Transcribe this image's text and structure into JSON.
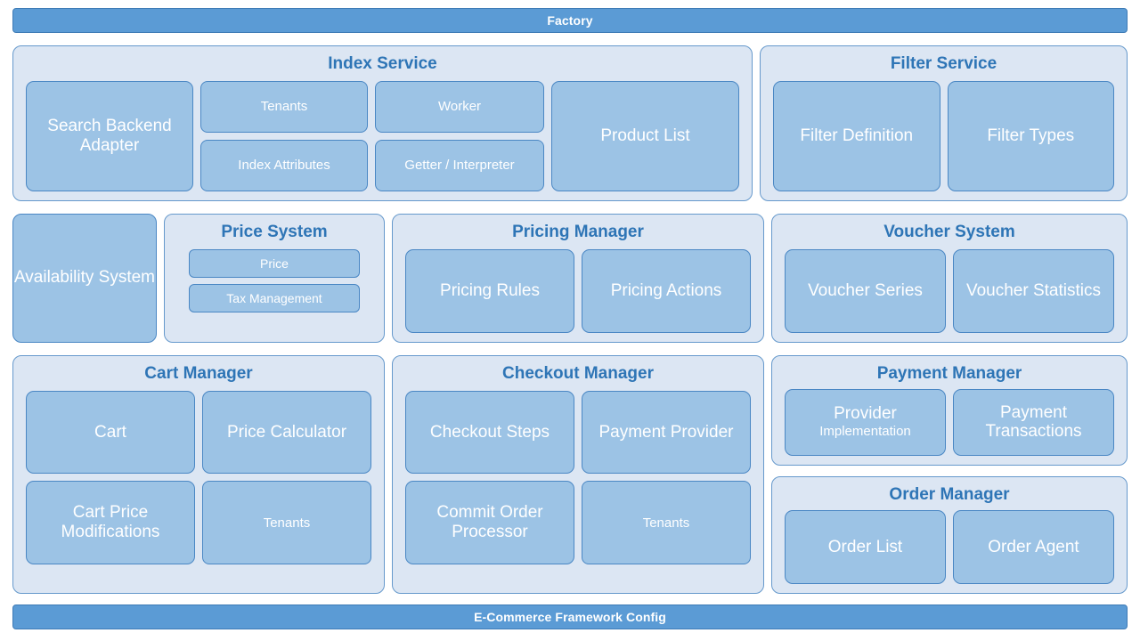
{
  "diagram": {
    "title_bar": "Factory",
    "footer_bar": "E-Commerce Framework Config",
    "colors": {
      "bar_fill": "#5B9BD5",
      "bar_border": "#3E7BB6",
      "group_fill": "#DCE6F3",
      "group_border": "#6699CC",
      "box_fill": "#9CC3E5",
      "box_border": "#4A87C4",
      "heading_text": "#2E75B6",
      "box_text": "#FFFFFF"
    }
  },
  "row1": {
    "index_service": {
      "title": "Index Service",
      "search_backend_adapter": "Search Backend Adapter",
      "tenants": "Tenants",
      "index_attributes": "Index Attributes",
      "worker": "Worker",
      "getter_interpreter": "Getter / Interpreter",
      "product_list": "Product List"
    },
    "filter_service": {
      "title": "Filter Service",
      "filter_definition": "Filter Definition",
      "filter_types": "Filter Types"
    }
  },
  "row2": {
    "availability_system": "Availability System",
    "price_system": {
      "title": "Price System",
      "price": "Price",
      "tax_management": "Tax Management"
    },
    "pricing_manager": {
      "title": "Pricing Manager",
      "pricing_rules": "Pricing Rules",
      "pricing_actions": "Pricing Actions"
    },
    "voucher_system": {
      "title": "Voucher System",
      "voucher_series": "Voucher Series",
      "voucher_statistics": "Voucher Statistics"
    }
  },
  "row3": {
    "cart_manager": {
      "title": "Cart Manager",
      "cart": "Cart",
      "price_calculator": "Price Calculator",
      "cart_price_modifications": "Cart Price Modifications",
      "tenants": "Tenants"
    },
    "checkout_manager": {
      "title": "Checkout Manager",
      "checkout_steps": "Checkout Steps",
      "payment_provider": "Payment Provider",
      "commit_order_processor": "Commit Order Processor",
      "tenants": "Tenants"
    },
    "payment_manager": {
      "title": "Payment Manager",
      "provider_major": "Provider",
      "provider_minor": "Implementation",
      "payment_transactions": "Payment Transactions"
    },
    "order_manager": {
      "title": "Order Manager",
      "order_list": "Order List",
      "order_agent": "Order Agent"
    }
  }
}
